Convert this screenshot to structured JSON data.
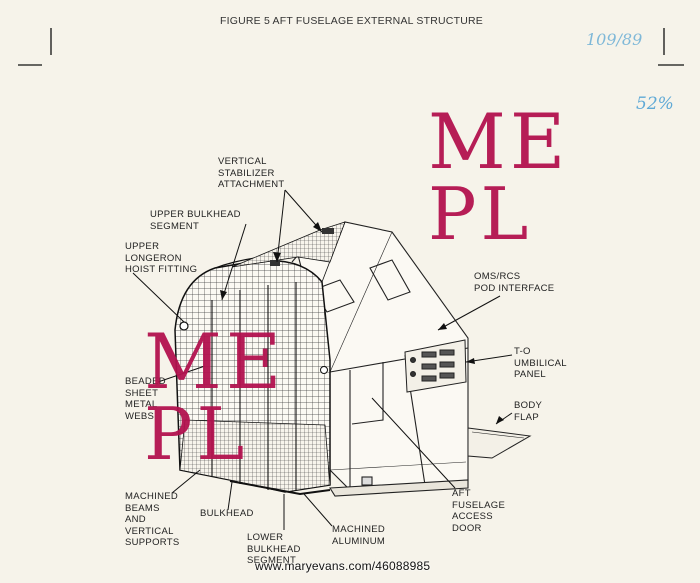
{
  "title": "FIGURE 5  AFT FUSELAGE EXTERNAL STRUCTURE",
  "handwritten": {
    "top_note": "109/89",
    "number": "52%"
  },
  "labels": {
    "vertical_stabilizer": "VERTICAL\nSTABILIZER\nATTACHMENT",
    "upper_bulkhead_segment": "UPPER BULKHEAD\nSEGMENT",
    "upper_longeron": "UPPER\nLONGERON\nHOIST FITTING",
    "oms_rcs": "OMS/RCS\nPOD INTERFACE",
    "t0_umbilical": "T-O\nUMBILICAL\nPANEL",
    "body_flap": "BODY\nFLAP",
    "beaded_sheet": "BEADED\nSHEET\nMETAL\nWEBS",
    "aft_fuselage_door": "AFT\nFUSELAGE\nACCESS\nDOOR",
    "machined_beams": "MACHINED\nBEAMS\nAND\nVERTICAL\nSUPPORTS",
    "bulkhead": "BULKHEAD",
    "lower_bulkhead_segment": "LOWER\nBULKHEAD\nSEGMENT",
    "machined_aluminum": "MACHINED\nALUMINUM"
  },
  "watermark": {
    "line1": "ME",
    "line2": "PL"
  },
  "credit": "www.maryevans.com/46088985"
}
